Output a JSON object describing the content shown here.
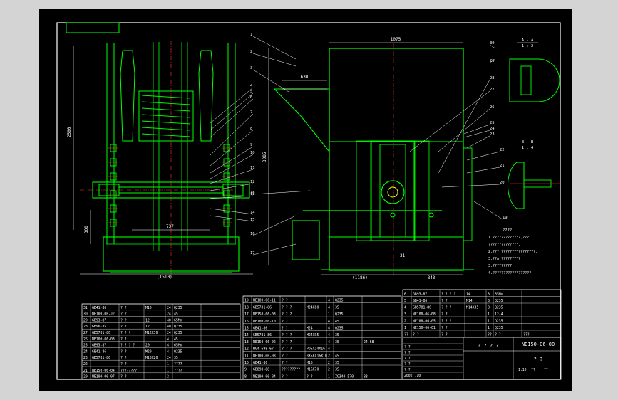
{
  "drawing": {
    "number": "NE150-06-00",
    "title_cells": [
      "? ? ? ?",
      "? ?"
    ],
    "colors": {
      "sheet": "#000000",
      "page": "#d4d4d4",
      "frame": "#ffffff",
      "outline": "#00ff00",
      "centerline": "#ff3030",
      "dim": "#ffffff",
      "label": "#ffffff",
      "accent": "#ffff00"
    },
    "dims": [
      "2500",
      "300",
      "737",
      "(1510)",
      "1075",
      "630",
      "3085",
      "(1186)",
      "843",
      "31"
    ],
    "callouts": [
      "1",
      "2",
      "3",
      "4",
      "5",
      "6",
      "7",
      "8",
      "9",
      "10",
      "11",
      "12",
      "13",
      "14",
      "15",
      "16",
      "17",
      "18",
      "19",
      "20",
      "21",
      "22",
      "23",
      "24",
      "25",
      "26",
      "27",
      "28",
      "29",
      "30"
    ],
    "section_aa": {
      "title": "A - A",
      "scale": "1 : 2"
    },
    "section_bb": {
      "title": "B - B",
      "scale": "1 : 4"
    },
    "notes_title": "????",
    "notes": [
      "1.?????????????,???",
      "  ??????????????.",
      "2.???,????????????????.",
      "3.??m ?????????",
      "3.?????????",
      "4.??????????????????"
    ],
    "bom_left": [
      [
        "31",
        "GB41-86",
        "? ?",
        "M10",
        "24",
        "Q235"
      ],
      [
        "30",
        "NE100-06-J2",
        "? ?",
        "",
        "24",
        "45"
      ],
      [
        "29",
        "GB93-87",
        "? ?",
        "12",
        "40",
        "65Mn"
      ],
      [
        "28",
        "GB96-85",
        "? ?",
        "12",
        "40",
        "Q235"
      ],
      [
        "27",
        "GB5781-86",
        "? ? ?",
        "M12X30",
        "24",
        "Q235"
      ],
      [
        "26",
        "NE100-06-03",
        "? ?",
        "",
        "4",
        "45"
      ],
      [
        "25",
        "GB93-87",
        "? ? ? ?",
        "20",
        "4",
        "65Mn"
      ],
      [
        "24",
        "GB41-86",
        "? ?",
        "M20",
        "4",
        "Q235"
      ],
      [
        "23",
        "GB5781-86",
        "? ?",
        "M10X20",
        "24",
        "35"
      ],
      [
        "22",
        "",
        "? ?",
        "",
        "1",
        "????"
      ],
      [
        "21",
        "NE150-06-04",
        "????????",
        "",
        "1",
        "????"
      ],
      [
        "20",
        "NE100-06-07",
        "? ?",
        "",
        "2",
        ""
      ]
    ],
    "bom_mid": [
      [
        "19",
        "NE100-06-11",
        "? ?",
        "",
        "4",
        "Q235"
      ],
      [
        "18",
        "GB5781-86",
        "? ? ?",
        "M24X80",
        "4",
        "35"
      ],
      [
        "17",
        "NE150-06-03",
        "? ? ?",
        "",
        "1",
        "Q235"
      ],
      [
        "16",
        "NE100-06-10",
        "? ?",
        "",
        "4",
        "45"
      ],
      [
        "15",
        "GB41-86",
        "? ?",
        "M24",
        "4",
        "Q235"
      ],
      [
        "14",
        "GB5781-86",
        "? ? ?",
        "M24X95",
        "4",
        "35"
      ],
      [
        "13",
        "NE150-06-02",
        "? ? ?",
        "",
        "4",
        "35",
        "24.68"
      ],
      [
        "12",
        "HG4-698-67",
        "? ? ?",
        "PD5X14X16",
        "4",
        ""
      ],
      [
        "11",
        "NE100-06-03",
        "? ?",
        "3X58X16X10",
        "2",
        "45"
      ],
      [
        "10",
        "GB41-86",
        "? ?",
        "M16",
        "2",
        "35"
      ],
      [
        "9",
        "GB898-88",
        "?????????",
        "M16X70",
        "2",
        "35"
      ],
      [
        "8",
        "NE100-06-04",
        "? ?",
        "? ?",
        "1",
        "ZG340-570",
        "83"
      ]
    ],
    "bom_right": [
      [
        "6",
        "GB93-87",
        "? ? ? ?",
        "14",
        "8",
        "65Mn"
      ],
      [
        "5",
        "GB41-86",
        "? ?",
        "M14",
        "8",
        "Q235"
      ],
      [
        "4",
        "GB5781-86",
        "? ? ?",
        "M14X35",
        "8",
        "Q235"
      ],
      [
        "3",
        "NE100-06-08",
        "? ?",
        "",
        "1",
        "12-4"
      ],
      [
        "2",
        "NE100-06-05",
        "? ? ?",
        "",
        "1",
        "Q235"
      ],
      [
        "1",
        "NE150-06-01",
        "? ?",
        "",
        "1",
        "Q235"
      ],
      [
        "??",
        "? ?",
        "? ?",
        "",
        "??",
        "? ?",
        "???"
      ]
    ],
    "title_block_small": [
      "? ?",
      "? ?",
      "? ?",
      "? ?",
      "? ?",
      "2002 .10"
    ],
    "title_block_right": [
      "1:10",
      "??",
      "??"
    ]
  }
}
